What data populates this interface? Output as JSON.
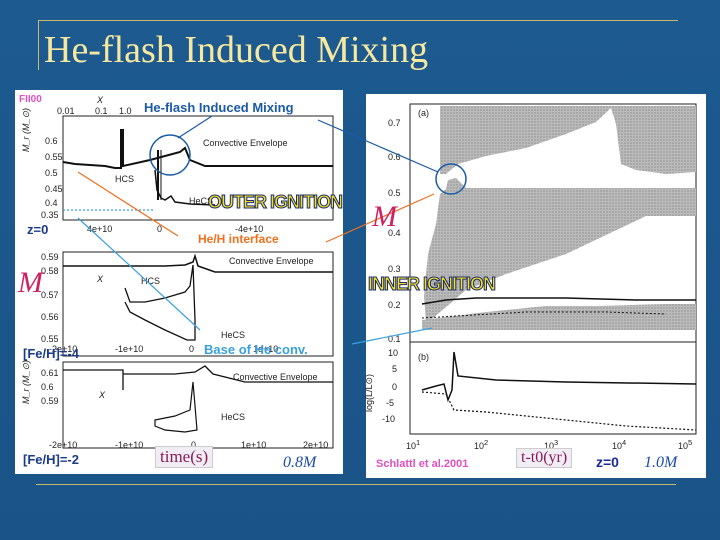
{
  "slide": {
    "title": "He-flash Induced Mixing",
    "colors": {
      "background": "#1f5a8f",
      "title": "#f7e8a0",
      "rule": "#c8b870"
    }
  },
  "left_panel": {
    "tag": "FII00",
    "top_axis": {
      "label": "X",
      "ticks": [
        "0.01",
        "0.1",
        "1.0"
      ]
    },
    "callout": "He-flash Induced Mixing",
    "plot1": {
      "y_ticks": [
        "0.6",
        "0.55",
        "0.5",
        "0.45",
        "0.4",
        "0.35"
      ],
      "y_label": "M_r (M_⊙)",
      "x_ticks": [
        "4e+10",
        "0",
        "-4e+10"
      ],
      "conv_env": "Convective Envelope",
      "hcs": "HCS",
      "hecs": "HeCS",
      "z_label": "z=0"
    },
    "plot2": {
      "y_ticks": [
        "0.59",
        "0.58",
        "0.57",
        "0.56",
        "0.55"
      ],
      "x_ticks": [
        "-2e+10",
        "-1e+10",
        "0",
        "1e+10"
      ],
      "x_mark": "X",
      "conv_env": "Convective Envelope",
      "hcs": "HCS",
      "hecs": "HeCS",
      "feh": "[Fe/H]=-4"
    },
    "plot3": {
      "y_ticks": [
        "0.61",
        "0.6",
        "0.59"
      ],
      "y_label": "M_r (M_⊙)",
      "x_ticks": [
        "-2e+10",
        "-1e+10",
        "0",
        "1e+10",
        "2e+10"
      ],
      "x_mark": "X",
      "conv_env": "Convective Envelope",
      "hecs": "HeCS",
      "feh": "[Fe/H]=-2"
    },
    "time_label": "time(s)",
    "mass_label": "0.8M"
  },
  "annotations": {
    "he_h_interface": "He/H interface",
    "base_he_conv": "Base of He conv.",
    "outer_ignition": "OUTER IGNITION",
    "inner_ignition": "INNER IGNITION",
    "m_symbol": "M"
  },
  "right_panel": {
    "panel_a": "(a)",
    "panel_b": "(b)",
    "a_y_ticks": [
      "0.7",
      "0.6",
      "0.5",
      "0.4",
      "0.3",
      "0.2",
      "0.1"
    ],
    "b_y_ticks": [
      "10",
      "5",
      "0",
      "-5",
      "-10"
    ],
    "b_y_label": "log(L/L⊙)",
    "x_ticks": [
      "10",
      "10",
      "10",
      "10",
      "10"
    ],
    "x_exps": [
      "1",
      "2",
      "3",
      "4",
      "5"
    ],
    "credit": "Schlattl et al.2001",
    "time_label": "t-t0(yr)",
    "z_label": "z=0",
    "mass_label": "1.0M"
  }
}
